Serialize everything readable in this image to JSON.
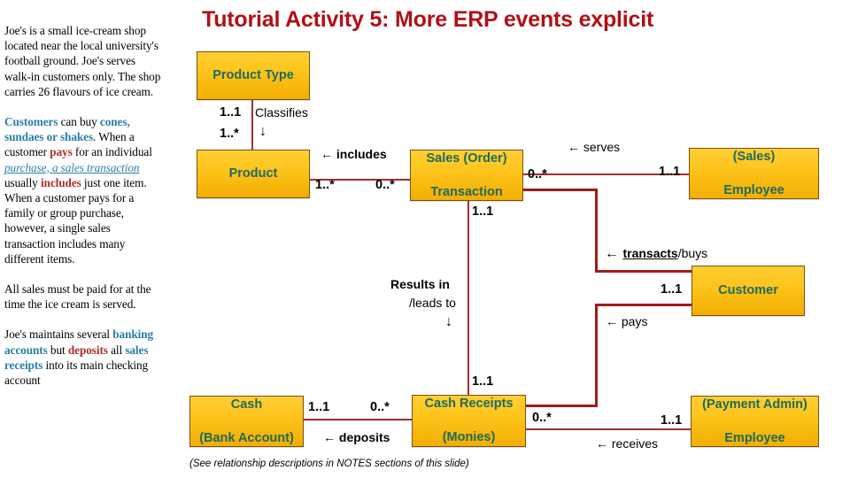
{
  "title": "Tutorial Activity 5: More ERP events explicit",
  "colors": {
    "title_red": "#b01116",
    "box_fill_top": "#ffcf33",
    "box_fill_bottom": "#f2ae04",
    "box_border": "#7d4f10",
    "box_text_teal": "#1f6a5f",
    "connector_red": "#a01c18",
    "notes_blue": "#2a7ea8",
    "notes_red": "#a8312a"
  },
  "notes": {
    "p1": "Joe's is a small ice-cream shop located near the local university's football ground. Joe's serves walk-in customers only. The shop carries 26 flavours of ice cream.",
    "p2_parts": {
      "a": "Customers",
      "b": " can buy ",
      "c": "cones, sundaes or shakes",
      "d": ". When a customer ",
      "e": "pays",
      "f": " for an individual ",
      "g": "purchase, a sales transaction",
      "h": " usually ",
      "i": "includes",
      "j": " just one item. When a customer pays for a family or group purchase, however, a single sales transaction includes many different items."
    },
    "p3": "All sales must be paid for at the time the ice cream is served.",
    "p4_parts": {
      "a": "Joe's maintains several ",
      "b": "banking accounts",
      "c": " but ",
      "d": "deposits",
      "e": " all ",
      "f": "sales receipts",
      "g": " into its main checking account"
    }
  },
  "entities": {
    "product_type": "Product Type",
    "product": "Product",
    "sales_transaction_line1": "Sales (Order)",
    "sales_transaction_line2": "Transaction",
    "sales_employee_line1": "(Sales)",
    "sales_employee_line2": "Employee",
    "customer": "Customer",
    "cash_line1": "Cash",
    "cash_line2": "(Bank Account)",
    "cash_receipts_line1": "Cash Receipts",
    "cash_receipts_line2": "(Monies)",
    "payment_admin_line1": "(Payment Admin)",
    "payment_admin_line2": "Employee"
  },
  "relationships": {
    "classifies": "Classifies",
    "classifies_arrow": "↓",
    "includes": "← includes",
    "serves": "← serves",
    "transacts_prefix": "← ",
    "transacts_bold": "transacts",
    "transacts_suffix": "/buys",
    "pays": "← pays",
    "results_in_line1": "Results in",
    "results_in_line2": "/leads to",
    "results_in_arrow": "↓",
    "deposits": "← deposits",
    "receives": "← receives"
  },
  "cardinalities": {
    "pt_product_top": "1..1",
    "pt_product_bottom": "1..*",
    "product_right": "1..*",
    "txn_left": "0..*",
    "txn_right": "0..*",
    "txn_bottom": "1..1",
    "employee_left": "1..1",
    "customer_left_top": "1..1",
    "receipts_top": "1..1",
    "cash_right": "1..1",
    "receipts_left": "0..*",
    "receipts_right": "0..*",
    "payment_admin_left": "1..1"
  },
  "footnote": "(See relationship descriptions in NOTES sections of this slide)"
}
